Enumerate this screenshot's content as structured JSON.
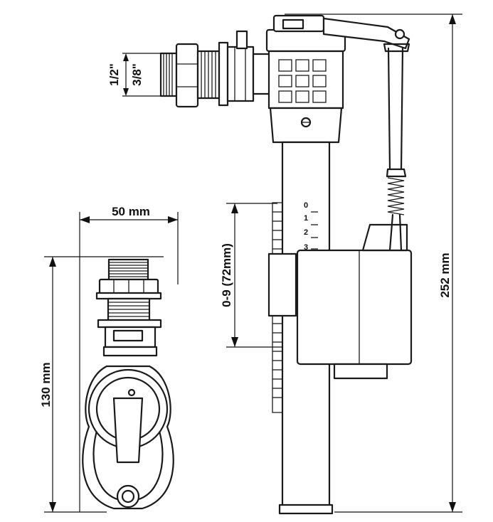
{
  "dimensions": {
    "width_label": "50 mm",
    "height_small_label": "130 mm",
    "height_total_label": "252 mm",
    "adjust_label": "0-9 (72mm)",
    "thread_outer_label": "1/2\"",
    "thread_inner_label": "3/8\""
  },
  "scale_ticks": [
    "0",
    "1",
    "2",
    "3"
  ]
}
